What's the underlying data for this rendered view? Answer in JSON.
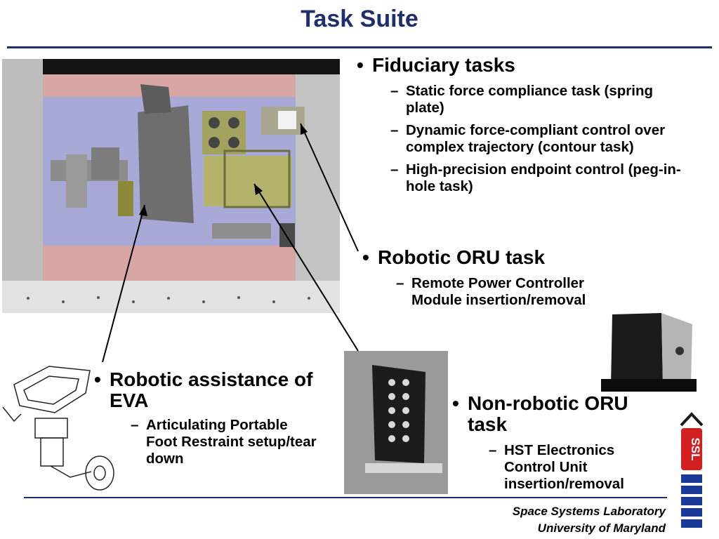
{
  "title": "Task Suite",
  "bullets": {
    "fiduciary": {
      "label": "Fiduciary tasks",
      "items": [
        "Static force compliance task (spring plate)",
        "Dynamic force-compliant control over complex trajectory (contour task)",
        "High-precision endpoint control (peg-in-hole task)"
      ]
    },
    "robotic_oru": {
      "label": "Robotic ORU task",
      "items": [
        "Remote Power Controller Module insertion/removal"
      ]
    },
    "eva": {
      "label": "Robotic assistance of EVA",
      "items": [
        "Articulating Portable Foot Restraint setup/tear down"
      ]
    },
    "nonrobotic_oru": {
      "label": "Non-robotic ORU task",
      "items": [
        "HST Electronics Control Unit insertion/removal"
      ]
    }
  },
  "footer": {
    "line1": "Space Systems Laboratory",
    "line2": "University of Maryland"
  },
  "colors": {
    "title": "#1f2f6e",
    "rule": "#1f2f6e",
    "logo_red": "#d21f1f",
    "logo_blue": "#1a3a9a"
  },
  "logo_icon": "ssl-logo-icon"
}
